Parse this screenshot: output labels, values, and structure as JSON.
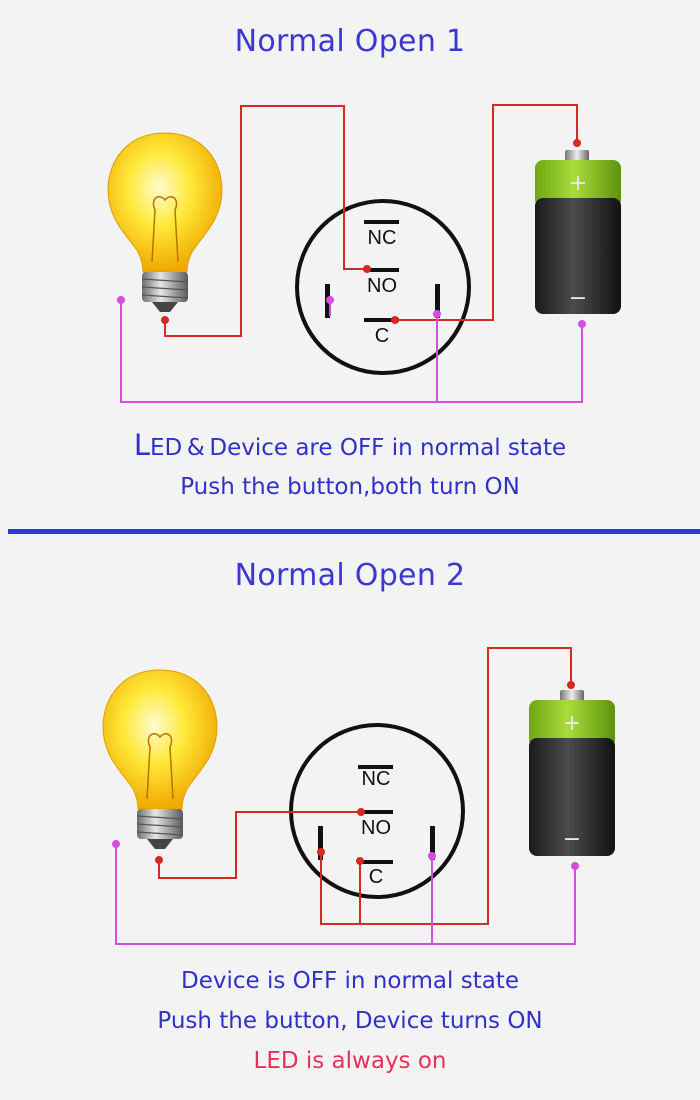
{
  "section1": {
    "title": "Normal Open 1",
    "caption_line1_initial": "L",
    "caption_line1_rest": "ED & Device are OFF in normal state",
    "caption_line2": "Push the button,both turn ON",
    "terminals": {
      "nc": "NC",
      "no": "NO",
      "c": "C"
    },
    "battery": {
      "plus": "+",
      "minus": "−"
    }
  },
  "section2": {
    "title": "Normal Open 2",
    "caption_line1": "Device is OFF in normal state",
    "caption_line2": "Push the button, Device turns ON",
    "caption_line3": "LED is always on",
    "terminals": {
      "nc": "NC",
      "no": "NO",
      "c": "C"
    },
    "battery": {
      "plus": "+",
      "minus": "−"
    }
  },
  "colors": {
    "title": "#3b37d3",
    "caption": "#2f31c8",
    "highlight": "#e8305c",
    "wire_red": "#d42a22",
    "wire_magenta": "#d64ee0",
    "divider": "#2f36e0"
  }
}
